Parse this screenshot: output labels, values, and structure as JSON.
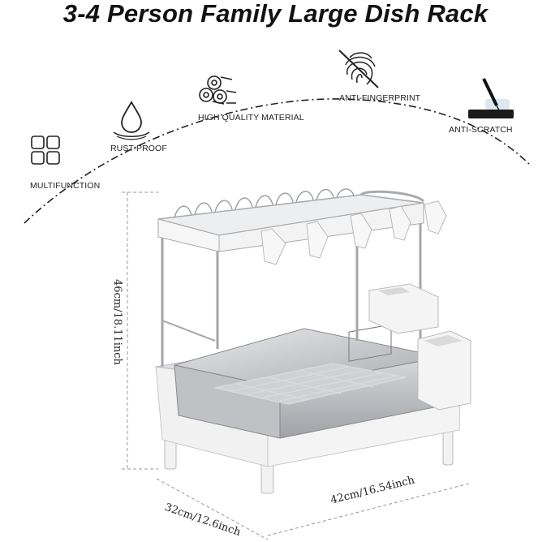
{
  "title": "3-4 Person Family Large Dish Rack",
  "features": [
    {
      "label": "MULTIFUNCTION",
      "icon": "grid-squares-icon"
    },
    {
      "label": "RUST-PROOF",
      "icon": "water-drop-icon"
    },
    {
      "label": "HIGH QUALITY MATERIAL",
      "icon": "steel-rolls-icon"
    },
    {
      "label": "ANTI-FINGERPRINT",
      "icon": "no-fingerprint-icon"
    },
    {
      "label": "ANTI-SCRATCH",
      "icon": "scratch-pen-icon"
    }
  ],
  "dimensions": {
    "height": "46cm/18.11inch",
    "depth": "32cm/12.6inch",
    "width": "42cm/16.54inch"
  }
}
